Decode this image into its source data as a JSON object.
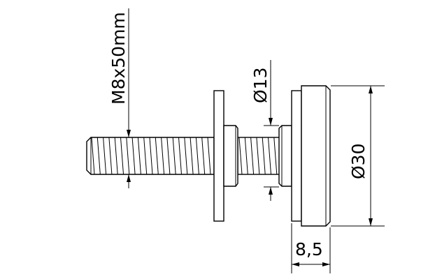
{
  "drawing": {
    "title": "Bolt assembly technical drawing",
    "line_color": "#000000",
    "background": "#ffffff"
  },
  "dimensions": {
    "thread_spec": {
      "label": "M8x50mm",
      "orientation": "vertical"
    },
    "shoulder_diameter": {
      "label": "Ø13",
      "orientation": "vertical"
    },
    "head_diameter": {
      "label": "Ø30",
      "orientation": "vertical"
    },
    "head_width": {
      "label": "8,5",
      "orientation": "horizontal"
    }
  },
  "parts": [
    {
      "name": "threaded-shank",
      "description": "M8 threaded bolt shank"
    },
    {
      "name": "washer",
      "description": "flat washer"
    },
    {
      "name": "nut",
      "description": "shoulder nut"
    },
    {
      "name": "head",
      "description": "round disc head Ø30"
    }
  ]
}
